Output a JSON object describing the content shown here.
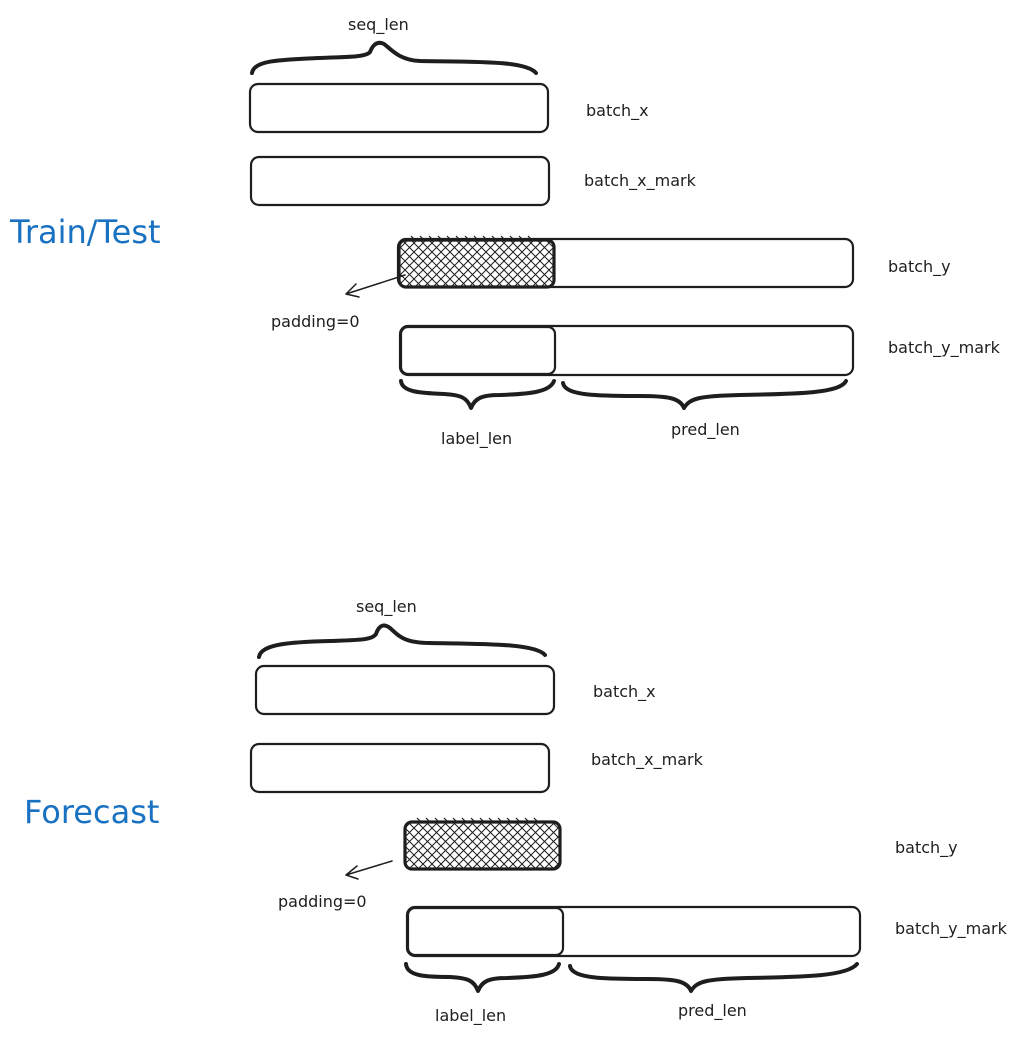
{
  "colors": {
    "section_title": "#1971c2",
    "stroke": "#1e1e1e"
  },
  "sections": [
    {
      "title": "Train/Test",
      "seq_len_label": "seq_len",
      "batch_x_label": "batch_x",
      "batch_x_mark_label": "batch_x_mark",
      "batch_y_label": "batch_y",
      "batch_y_mark_label": "batch_y_mark",
      "padding_label": "padding=0",
      "label_len_label": "label_len",
      "pred_len_label": "pred_len"
    },
    {
      "title": "Forecast",
      "seq_len_label": "seq_len",
      "batch_x_label": "batch_x",
      "batch_x_mark_label": "batch_x_mark",
      "batch_y_label": "batch_y",
      "batch_y_mark_label": "batch_y_mark",
      "padding_label": "padding=0",
      "label_len_label": "label_len",
      "pred_len_label": "pred_len"
    }
  ]
}
